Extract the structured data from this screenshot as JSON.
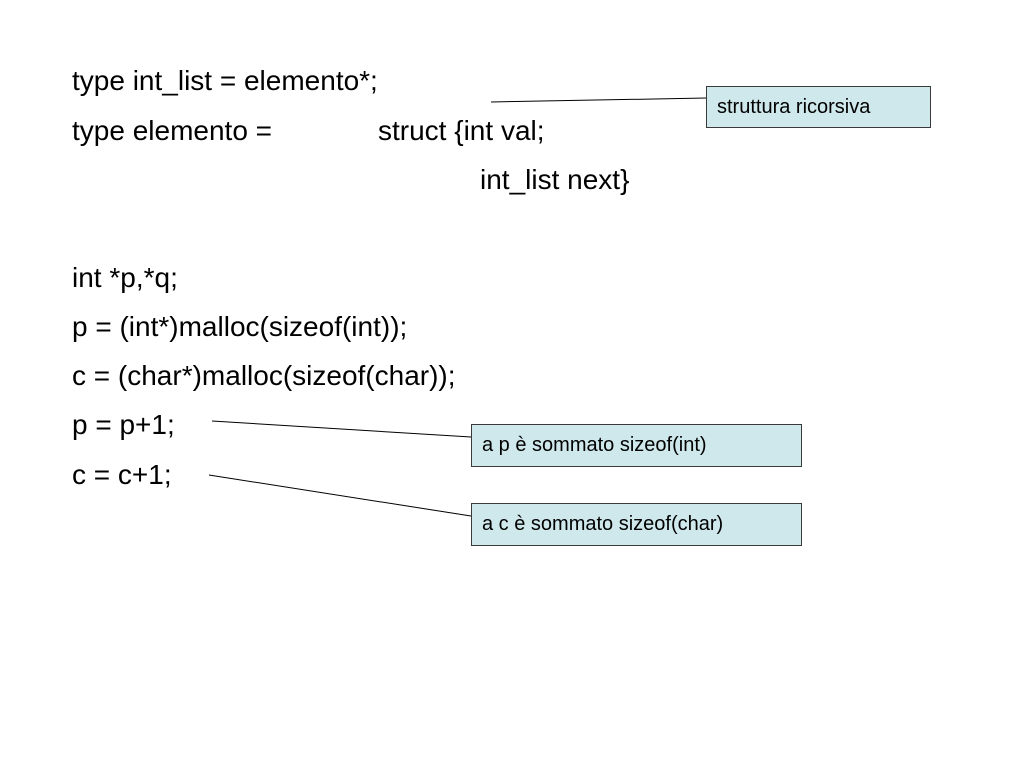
{
  "code": {
    "line_type_int_list": "type int_list = elemento*;",
    "line_type_elemento": "type elemento =",
    "line_struct_int_val": "struct {int val;",
    "line_int_list_next": "int_list next}",
    "line_decl_pq": "int *p,*q;",
    "line_malloc_p": "p = (int*)malloc(sizeof(int));",
    "line_malloc_c": "c = (char*)malloc(sizeof(char));",
    "line_p_increment": "p = p+1;",
    "line_c_increment": "c = c+1;"
  },
  "callouts": {
    "recursive_structure": "struttura ricorsiva",
    "p_increment_note": "a p è sommato sizeof(int)",
    "c_increment_note": "a c è sommato sizeof(char)"
  },
  "colors": {
    "callout_fill": "#cfe8ec",
    "callout_border": "#3a3a3a",
    "text": "#000000",
    "background": "#ffffff"
  }
}
